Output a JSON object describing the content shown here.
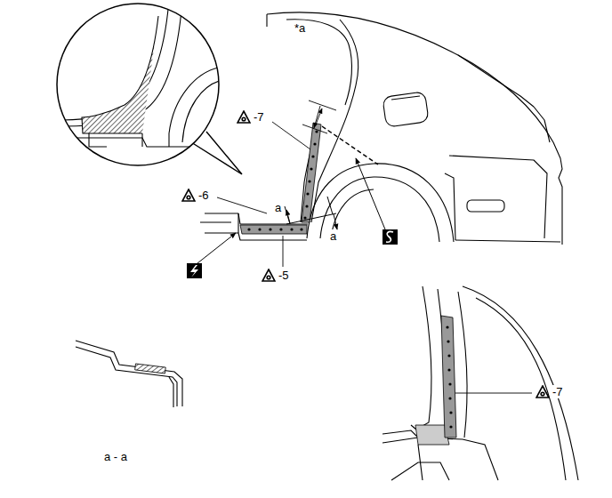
{
  "diagram": {
    "labels": [
      "*a",
      "-7",
      "-6",
      "a",
      "a",
      "-5",
      "a - a",
      "-7"
    ]
  }
}
